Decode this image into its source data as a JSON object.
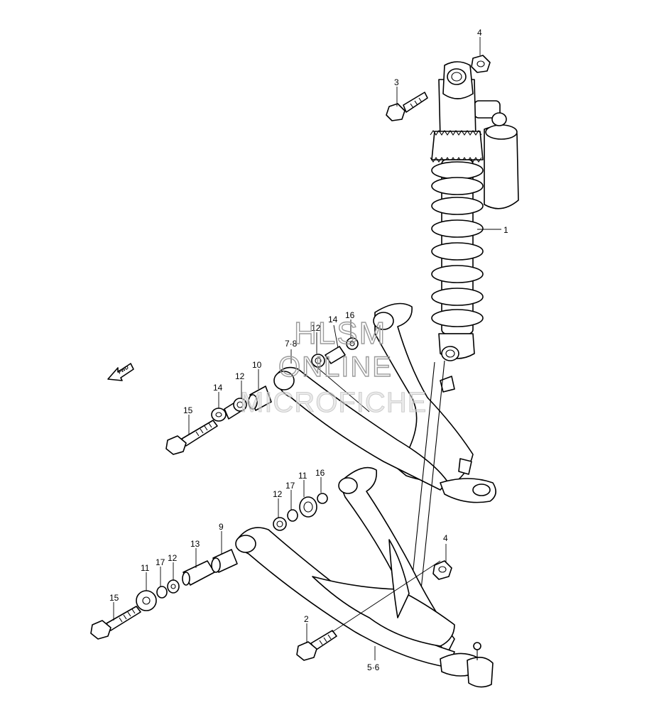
{
  "watermark": {
    "line1": "HLSM",
    "line2": "ONLINE",
    "line3": "MICROFICHE"
  },
  "fwd_label": "FWD",
  "callouts": [
    {
      "id": "c1",
      "text": "1"
    },
    {
      "id": "c2",
      "text": "2"
    },
    {
      "id": "c3",
      "text": "3"
    },
    {
      "id": "c4a",
      "text": "4"
    },
    {
      "id": "c4b",
      "text": "4"
    },
    {
      "id": "c56",
      "text": "5·6"
    },
    {
      "id": "c78",
      "text": "7·8"
    },
    {
      "id": "c9",
      "text": "9"
    },
    {
      "id": "c10",
      "text": "10"
    },
    {
      "id": "c11a",
      "text": "11"
    },
    {
      "id": "c11b",
      "text": "11"
    },
    {
      "id": "c12a",
      "text": "12"
    },
    {
      "id": "c12b",
      "text": "12"
    },
    {
      "id": "c12c",
      "text": "12"
    },
    {
      "id": "c12d",
      "text": "12"
    },
    {
      "id": "c13",
      "text": "13"
    },
    {
      "id": "c14a",
      "text": "14"
    },
    {
      "id": "c14b",
      "text": "14"
    },
    {
      "id": "c15a",
      "text": "15"
    },
    {
      "id": "c15b",
      "text": "15"
    },
    {
      "id": "c16a",
      "text": "16"
    },
    {
      "id": "c16b",
      "text": "16"
    },
    {
      "id": "c17a",
      "text": "17"
    },
    {
      "id": "c17b",
      "text": "17"
    }
  ]
}
